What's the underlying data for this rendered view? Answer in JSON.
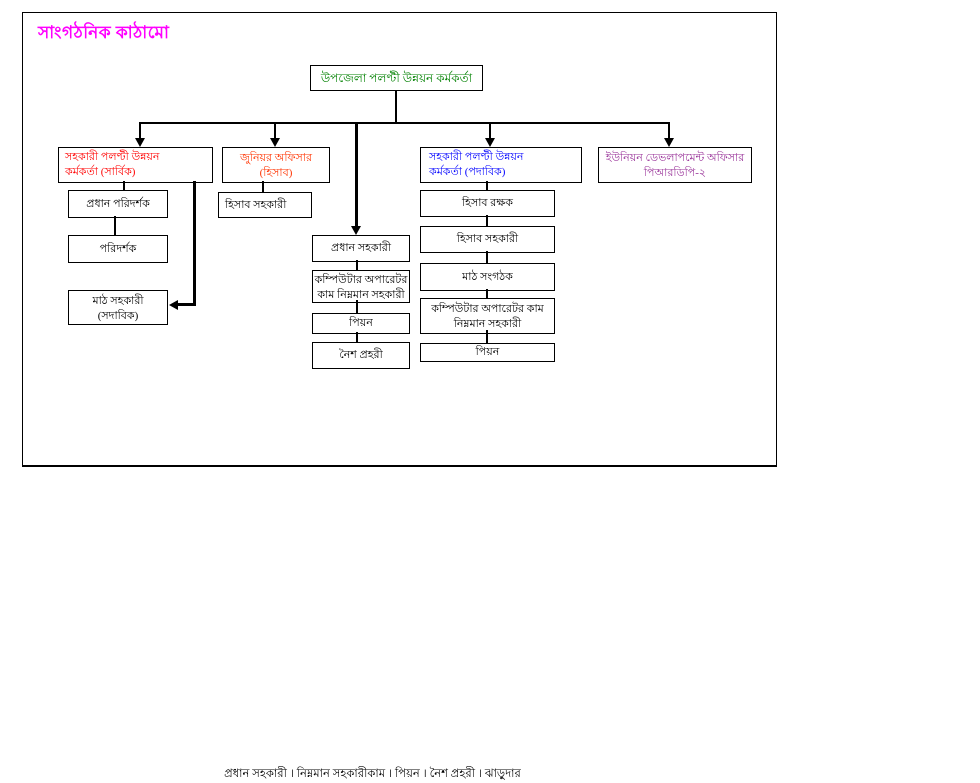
{
  "page": {
    "title": "সাংগঠনিক কাঠামো"
  },
  "colors": {
    "title": "#FF00FF",
    "root": "#008000",
    "sarbik": "#FF0000",
    "junior": "#FF3300",
    "padabik": "#0000FF",
    "union": "#993399",
    "default_text": "#000000",
    "line": "#000000"
  },
  "org": {
    "root": {
      "label": "উপজেলা পলণ্টী উন্নয়ন কর্মকর্তা"
    },
    "sarbik": {
      "label": "সহকারী পলণ্টী উন্নয়ন\nকর্মকর্তা (সার্বিক)",
      "children": [
        {
          "label": "প্রধান পরিদর্শক"
        },
        {
          "label": "পরিদর্শক"
        },
        {
          "label": "মাঠ সহকারী\n(সদাবিক)"
        }
      ]
    },
    "junior": {
      "label": "জুনিয়র অফিসার (হিসাব)",
      "children": [
        {
          "label": "হিসাব সহকারী"
        }
      ]
    },
    "central": {
      "children": [
        {
          "label": "প্রধান সহকারী"
        },
        {
          "label": "কম্পিউটার অপারেটর\nকাম নিম্নমান সহকারী"
        },
        {
          "label": "পিয়ন"
        },
        {
          "label": "নৈশ প্রহরী"
        }
      ]
    },
    "padabik": {
      "label": "সহকারী পলণ্টী উন্নয়ন\nকর্মকর্তা (পদাবিক)",
      "children": [
        {
          "label": "হিসাব রক্ষক"
        },
        {
          "label": "হিসাব সহকারী"
        },
        {
          "label": "মাঠ সংগঠক"
        },
        {
          "label": "কম্পিউটার অপারেটর কাম\nনিম্নমান সহকারী"
        },
        {
          "label": "পিয়ন"
        }
      ]
    },
    "union": {
      "label": "ইউনিয়ন ডেভলাপমেন্ট অফিসার\nপিআরডিপি-২"
    }
  },
  "footer": {
    "text": "প্রধান সহকারী । নিম্নমান সহকারীকাম ।  পিয়ন   ।  নৈশ প্রহরী ।  ঝাড়ুদার"
  }
}
